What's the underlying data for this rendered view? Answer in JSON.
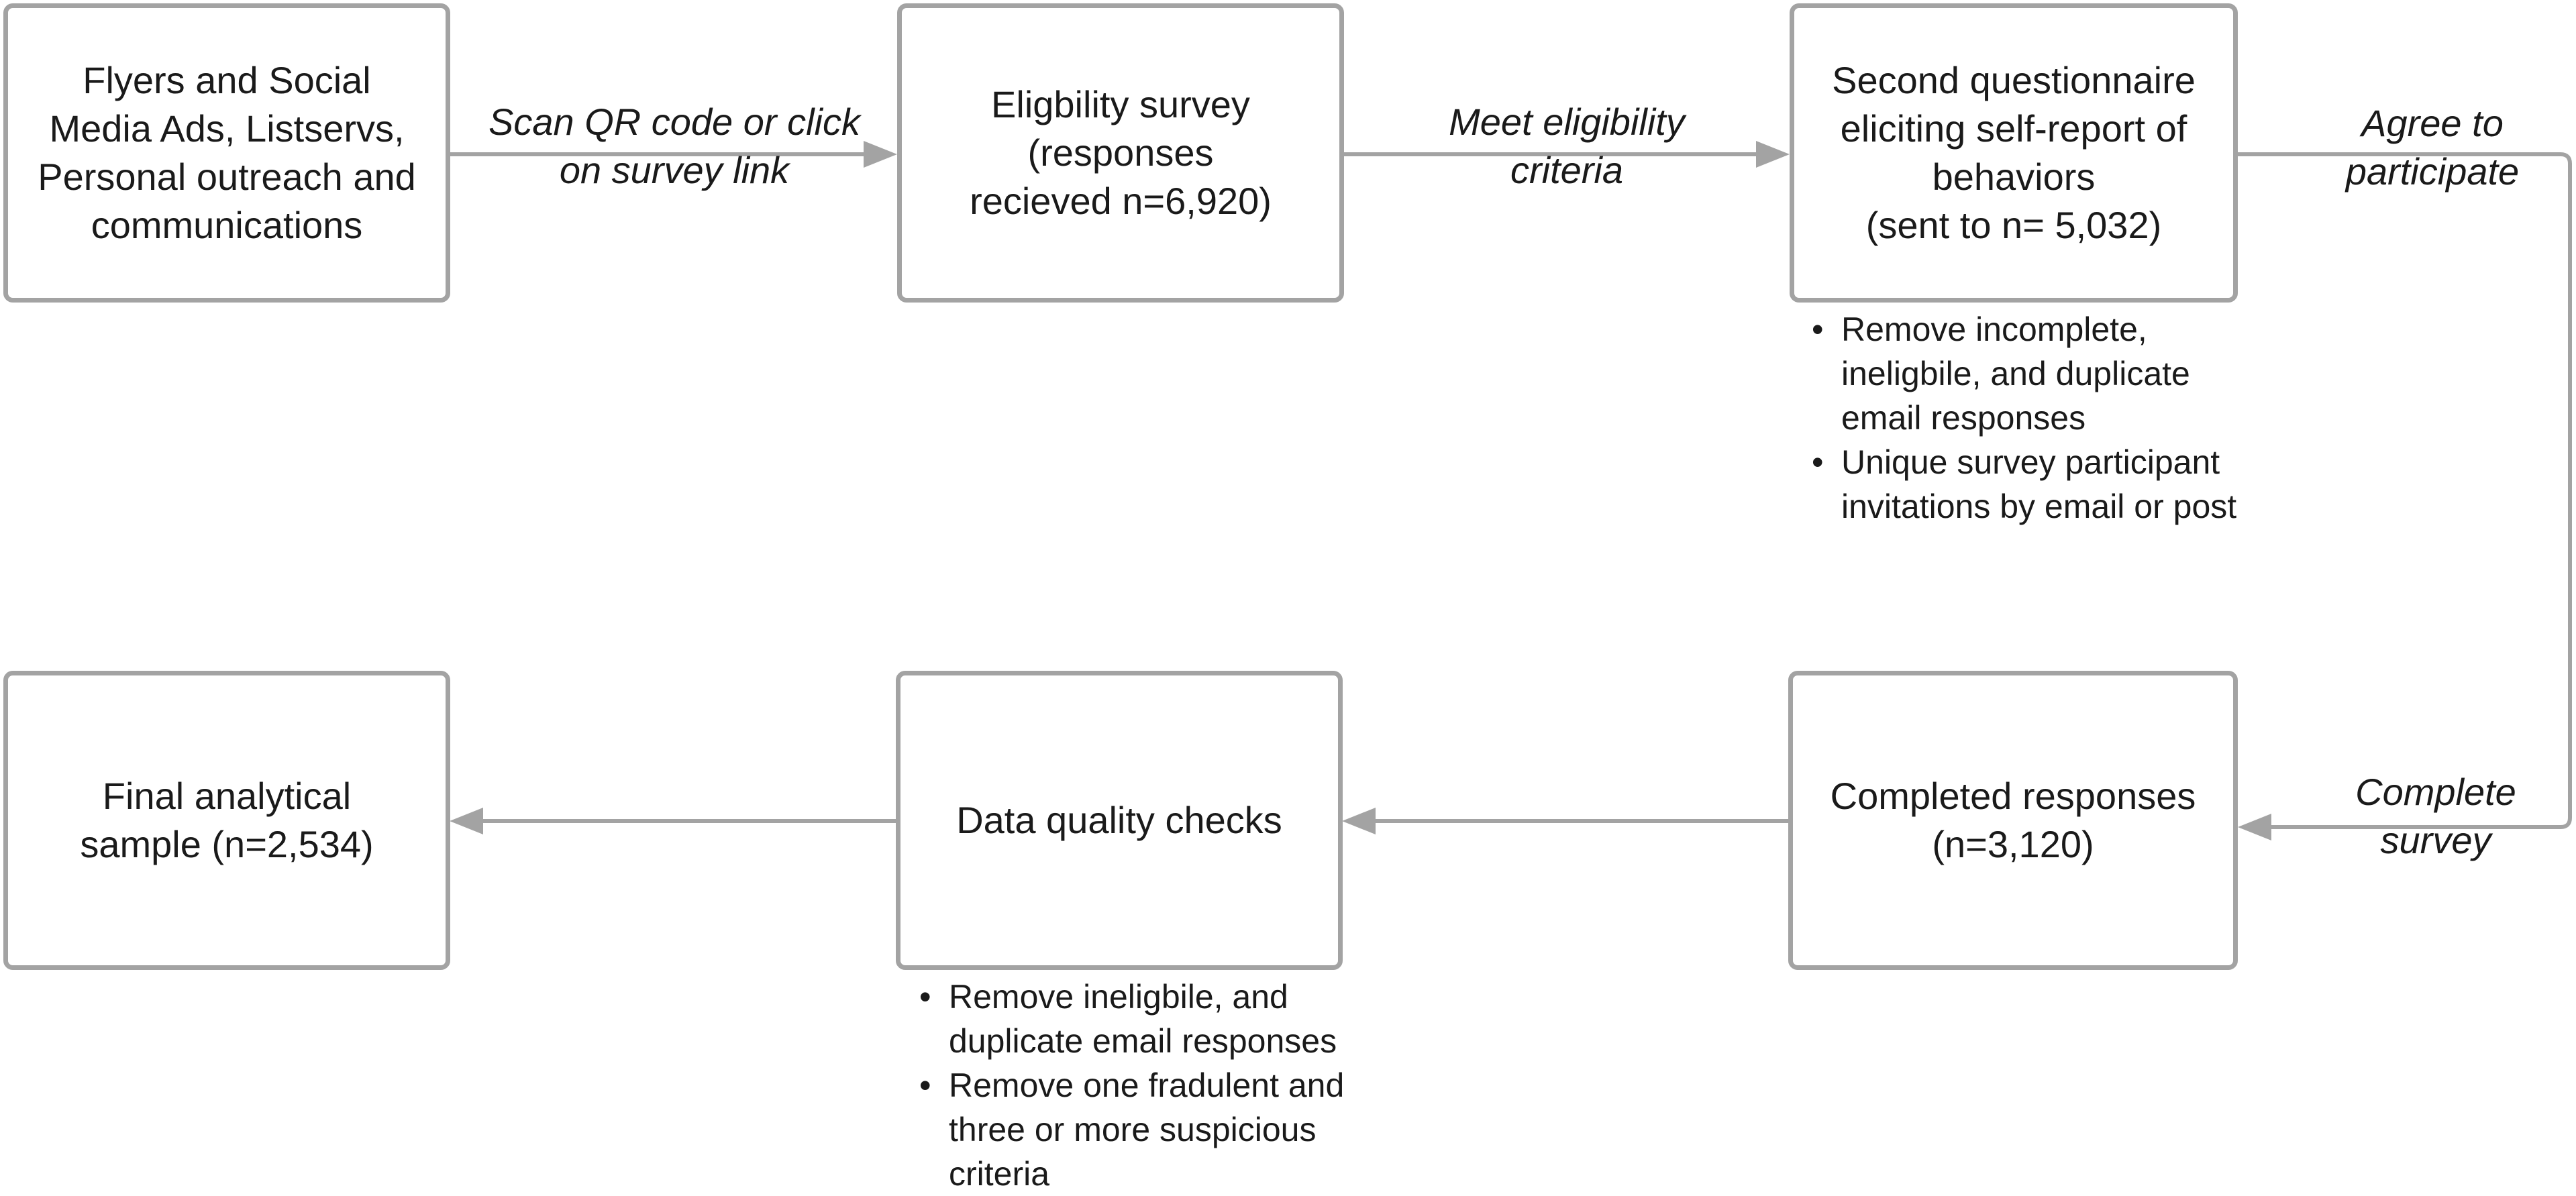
{
  "colors": {
    "box_border": "#a3a3a3",
    "connector": "#a3a3a3",
    "text": "#1a1a1a"
  },
  "nodes": {
    "recruitment": "Flyers and Social\nMedia Ads, Listservs,\nPersonal outreach and\ncommunications",
    "eligibility": "Eligbility survey\n(responses\nrecieved n=6,920)",
    "questionnaire": "Second questionnaire\neliciting self-report of\nbehaviors\n(sent to n= 5,032)",
    "completed": "Completed responses\n(n=3,120)",
    "quality": "Data quality checks",
    "final": "Final analytical\nsample (n=2,534)"
  },
  "edges": {
    "scan": "Scan QR code or click\non survey link",
    "meet": "Meet eligibility\ncriteria",
    "agree": "Agree to\nparticipate",
    "complete": "Complete\nsurvey"
  },
  "notes": {
    "questionnaire": [
      "Remove incomplete,\nineligbile, and duplicate\nemail responses",
      "Unique survey participant\ninvitations by email or post"
    ],
    "quality": [
      "Remove ineligbile, and\nduplicate email responses",
      "Remove one fradulent and\nthree or more suspicious\ncriteria"
    ]
  }
}
